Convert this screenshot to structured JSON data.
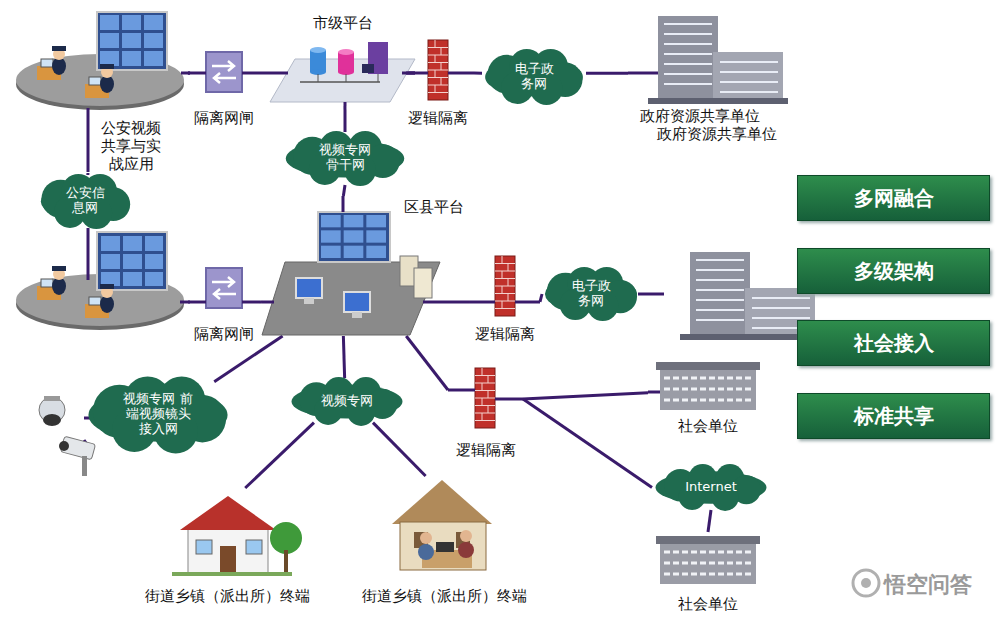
{
  "diagram": {
    "nodes": [
      {
        "text": [
          "公安视频 共享与实 战应用"
        ]
      },
      {
        "text": [
          "隔离网闸"
        ]
      },
      {
        "text": [
          "市级平台"
        ]
      },
      {
        "text": [
          "逻辑隔离"
        ]
      },
      {
        "text": [
          "电子政 务网"
        ]
      },
      {
        "text": [
          "政府资源共享单位",
          "政府资源共享单位"
        ]
      },
      {
        "text": [
          "公安信 息网"
        ]
      },
      {
        "text": [
          "视频专网 骨干网"
        ]
      },
      {
        "text": [
          "区县平台"
        ]
      },
      {
        "text": [
          "隔离网闸"
        ]
      },
      {
        "text": [
          "逻辑隔离"
        ]
      },
      {
        "text": [
          "电子政 务网"
        ]
      },
      {
        "text": [
          "视频专网 前端视频镜头 接入网"
        ]
      },
      {
        "text": [
          "视频专网"
        ]
      },
      {
        "text": [
          "逻辑隔离"
        ]
      },
      {
        "text": [
          "社会单位"
        ]
      },
      {
        "text": [
          "Internet"
        ]
      },
      {
        "text": [
          "社会单位"
        ]
      },
      {
        "text": [
          "街道乡镇（派出所）终端"
        ]
      },
      {
        "text": [
          "街道乡镇（派出所）终端"
        ]
      },
      {
        "text": [
          "多网融合"
        ]
      },
      {
        "text": [
          "多级架构"
        ]
      },
      {
        "text": [
          "社会接入"
        ]
      },
      {
        "text": [
          "标准共享"
        ]
      }
    ],
    "edges": [
      {
        "from": 0,
        "to": 1,
        "arrow": "none"
      },
      {
        "from": 1,
        "to": 2,
        "arrow": "none"
      },
      {
        "from": 2,
        "to": 3,
        "arrow": "none"
      },
      {
        "from": 3,
        "to": 4,
        "arrow": "none"
      },
      {
        "from": 4,
        "to": 5,
        "arrow": "none"
      },
      {
        "from": 0,
        "to": 6,
        "arrow": "none"
      },
      {
        "from": 2,
        "to": 7,
        "arrow": "none"
      },
      {
        "from": 7,
        "to": 8,
        "arrow": "none"
      },
      {
        "from": 9,
        "to": 8,
        "arrow": "none"
      },
      {
        "from": 8,
        "to": 10,
        "arrow": "none"
      },
      {
        "from": 10,
        "to": 11,
        "arrow": "none"
      },
      {
        "from": 8,
        "to": 12,
        "arrow": "none"
      },
      {
        "from": 8,
        "to": 13,
        "arrow": "none"
      },
      {
        "from": 13,
        "to": 18,
        "arrow": "none"
      },
      {
        "from": 13,
        "to": 19,
        "arrow": "none"
      },
      {
        "from": 8,
        "to": 14,
        "arrow": "none"
      },
      {
        "from": 14,
        "to": 15,
        "arrow": "none"
      },
      {
        "from": 14,
        "to": 16,
        "arrow": "none"
      },
      {
        "from": 16,
        "to": 17,
        "arrow": "none"
      }
    ],
    "labels": [
      "悟空问答"
    ]
  }
}
